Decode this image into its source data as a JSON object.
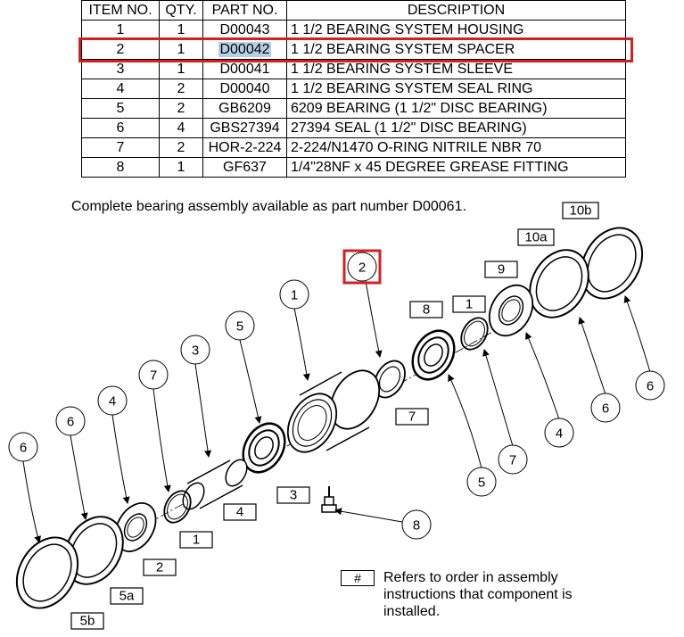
{
  "table": {
    "headers": [
      "ITEM NO.",
      "QTY.",
      "PART NO.",
      "DESCRIPTION"
    ],
    "rows": [
      [
        "1",
        "1",
        "D00043",
        "1 1/2 BEARING SYSTEM HOUSING"
      ],
      [
        "2",
        "1",
        "D00042",
        "1 1/2 BEARING SYSTEM SPACER"
      ],
      [
        "3",
        "1",
        "D00041",
        "1 1/2 BEARING SYSTEM SLEEVE"
      ],
      [
        "4",
        "2",
        "D00040",
        "1 1/2 BEARING SYSTEM SEAL RING"
      ],
      [
        "5",
        "2",
        "GB6209",
        "6209 BEARING (1 1/2\" DISC BEARING)"
      ],
      [
        "6",
        "4",
        "GBS27394",
        "27394 SEAL (1 1/2\" DISC BEARING)"
      ],
      [
        "7",
        "2",
        "HOR-2-224",
        "2-224/N1470 O-RING NITRILE NBR 70"
      ],
      [
        "8",
        "1",
        "GF637",
        "1/4\"28NF x 45 DEGREE GREASE FITTING"
      ]
    ],
    "highlighted_row": 2
  },
  "note": "Complete bearing assembly available as part number D00061.",
  "diagram": {
    "balloons": [
      "6",
      "6",
      "4",
      "7",
      "3",
      "5",
      "1",
      "2",
      "5",
      "7",
      "4",
      "6",
      "6",
      "8"
    ],
    "order_boxes": [
      "5b",
      "5a",
      "2",
      "1",
      "4",
      "3",
      "7",
      "8",
      "1",
      "9",
      "10a",
      "10b"
    ]
  },
  "legend": {
    "symbol": "#",
    "text": "Refers to order in assembly instructions that component is installed."
  },
  "colors": {
    "highlight_box": "#d42020",
    "selection": "#b7cfe6"
  }
}
